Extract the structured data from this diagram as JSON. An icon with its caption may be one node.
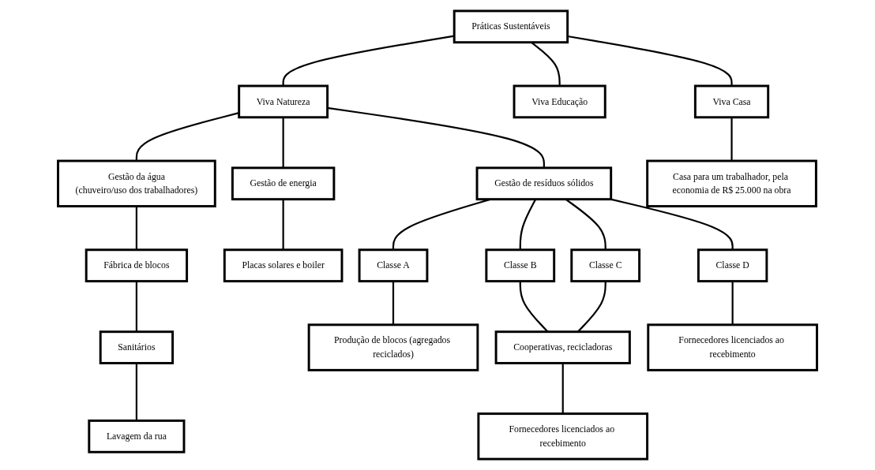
{
  "diagram": {
    "nodes": [
      {
        "text": [
          "Práticas Sustentáveis"
        ]
      },
      {
        "text": [
          "Viva Natureza"
        ]
      },
      {
        "text": [
          "Viva Educação"
        ]
      },
      {
        "text": [
          "Viva Casa"
        ]
      },
      {
        "text": [
          "Gestão da água",
          "(chuveiro/uso dos trabalhadores)"
        ]
      },
      {
        "text": [
          "Gestão de energia"
        ]
      },
      {
        "text": [
          "Gestão de resíduos sólidos"
        ]
      },
      {
        "text": [
          "Casa para um trabalhador, pela economia de R$ 25.000 na obra"
        ]
      },
      {
        "text": [
          "Fábrica de blocos"
        ]
      },
      {
        "text": [
          "Sanitários"
        ]
      },
      {
        "text": [
          "Lavagem da rua"
        ]
      },
      {
        "text": [
          "Placas solares e boiler"
        ]
      },
      {
        "text": [
          "Classe A"
        ]
      },
      {
        "text": [
          "Classe B"
        ]
      },
      {
        "text": [
          "Classe C"
        ]
      },
      {
        "text": [
          "Classe D"
        ]
      },
      {
        "text": [
          "Produção de blocos (agregados reciclados)"
        ]
      },
      {
        "text": [
          "Cooperativas, recicladoras"
        ]
      },
      {
        "text": [
          "Fornecedores licenciados ao recebimento"
        ]
      },
      {
        "text": [
          "Fornecedores licenciados ao recebimento"
        ]
      }
    ],
    "edges": [
      {
        "from": 0,
        "to": 1,
        "arrow": "none"
      },
      {
        "from": 0,
        "to": 2,
        "arrow": "none"
      },
      {
        "from": 0,
        "to": 3,
        "arrow": "none"
      },
      {
        "from": 1,
        "to": 4,
        "arrow": "none"
      },
      {
        "from": 1,
        "to": 5,
        "arrow": "none"
      },
      {
        "from": 1,
        "to": 6,
        "arrow": "none"
      },
      {
        "from": 3,
        "to": 7,
        "arrow": "none"
      },
      {
        "from": 4,
        "to": 8,
        "arrow": "none"
      },
      {
        "from": 8,
        "to": 9,
        "arrow": "none"
      },
      {
        "from": 9,
        "to": 10,
        "arrow": "none"
      },
      {
        "from": 5,
        "to": 11,
        "arrow": "none"
      },
      {
        "from": 6,
        "to": 12,
        "arrow": "none"
      },
      {
        "from": 6,
        "to": 13,
        "arrow": "none"
      },
      {
        "from": 6,
        "to": 14,
        "arrow": "none"
      },
      {
        "from": 6,
        "to": 15,
        "arrow": "none"
      },
      {
        "from": 12,
        "to": 16,
        "arrow": "none"
      },
      {
        "from": 13,
        "to": 17,
        "arrow": "none"
      },
      {
        "from": 14,
        "to": 17,
        "arrow": "none"
      },
      {
        "from": 17,
        "to": 18,
        "arrow": "none"
      },
      {
        "from": 15,
        "to": 19,
        "arrow": "none"
      }
    ]
  }
}
